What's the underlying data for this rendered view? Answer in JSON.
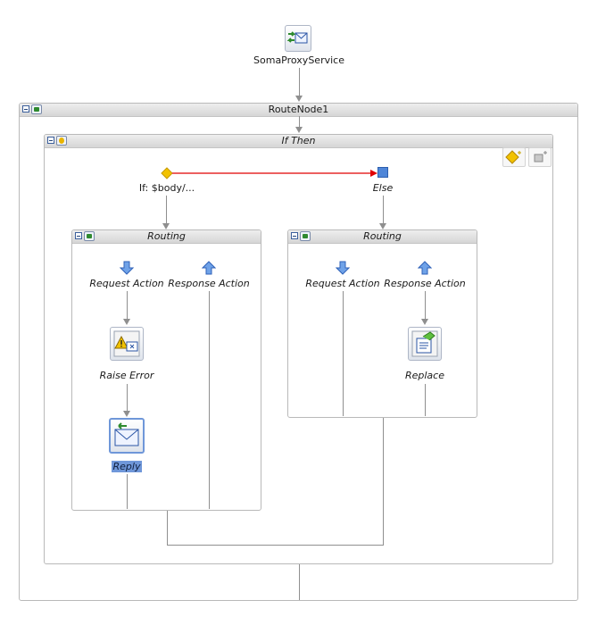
{
  "service": {
    "name": "SomaProxyService",
    "icon": "proxy-service-icon"
  },
  "route_node": {
    "title": "RouteNode1",
    "icon": "route-node-icon"
  },
  "if_then": {
    "title": "If Then",
    "condition_label": "If: $body/...",
    "else_label": "Else",
    "toolbar": {
      "add_condition_icon": "add-if-condition-icon",
      "add_else_icon": "add-else-icon"
    }
  },
  "branches": [
    {
      "title": "Routing",
      "request_label": "Request Action",
      "response_label": "Response Action",
      "actions": [
        {
          "label": "Raise Error",
          "icon": "raise-error-icon"
        },
        {
          "label": "Reply",
          "icon": "reply-icon",
          "selected": true
        }
      ]
    },
    {
      "title": "Routing",
      "request_label": "Request Action",
      "response_label": "Response Action",
      "actions": [
        {
          "label": "Replace",
          "icon": "replace-icon"
        }
      ]
    }
  ],
  "colors": {
    "condition_link": "#e00000",
    "diamond": "#f2c200",
    "else_square": "#4f86d8",
    "selection": "#6f97d9"
  }
}
